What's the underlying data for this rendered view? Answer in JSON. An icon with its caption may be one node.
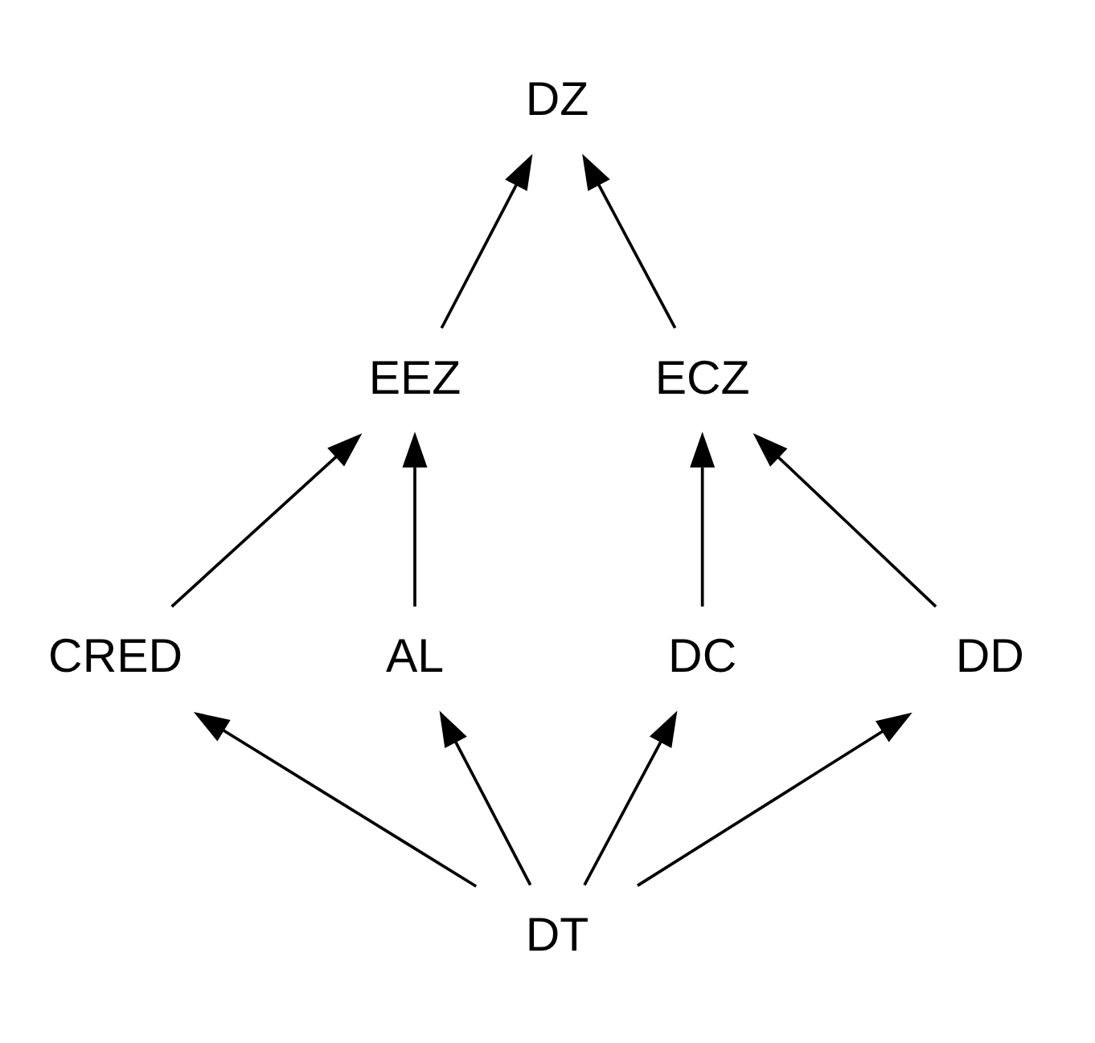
{
  "diagram": {
    "nodes": [
      {
        "text": [
          "DZ"
        ]
      },
      {
        "text": [
          "EEZ"
        ]
      },
      {
        "text": [
          "ECZ"
        ]
      },
      {
        "text": [
          "CRED"
        ]
      },
      {
        "text": [
          "AL"
        ]
      },
      {
        "text": [
          "DC"
        ]
      },
      {
        "text": [
          "DD"
        ]
      },
      {
        "text": [
          "DT"
        ]
      }
    ],
    "edges": [
      {
        "from": 1,
        "to": 0,
        "arrow": "to"
      },
      {
        "from": 2,
        "to": 0,
        "arrow": "to"
      },
      {
        "from": 3,
        "to": 1,
        "arrow": "to"
      },
      {
        "from": 4,
        "to": 1,
        "arrow": "to"
      },
      {
        "from": 5,
        "to": 2,
        "arrow": "to"
      },
      {
        "from": 6,
        "to": 2,
        "arrow": "to"
      },
      {
        "from": 7,
        "to": 3,
        "arrow": "to"
      },
      {
        "from": 7,
        "to": 4,
        "arrow": "to"
      },
      {
        "from": 7,
        "to": 5,
        "arrow": "to"
      },
      {
        "from": 7,
        "to": 6,
        "arrow": "to"
      }
    ]
  }
}
